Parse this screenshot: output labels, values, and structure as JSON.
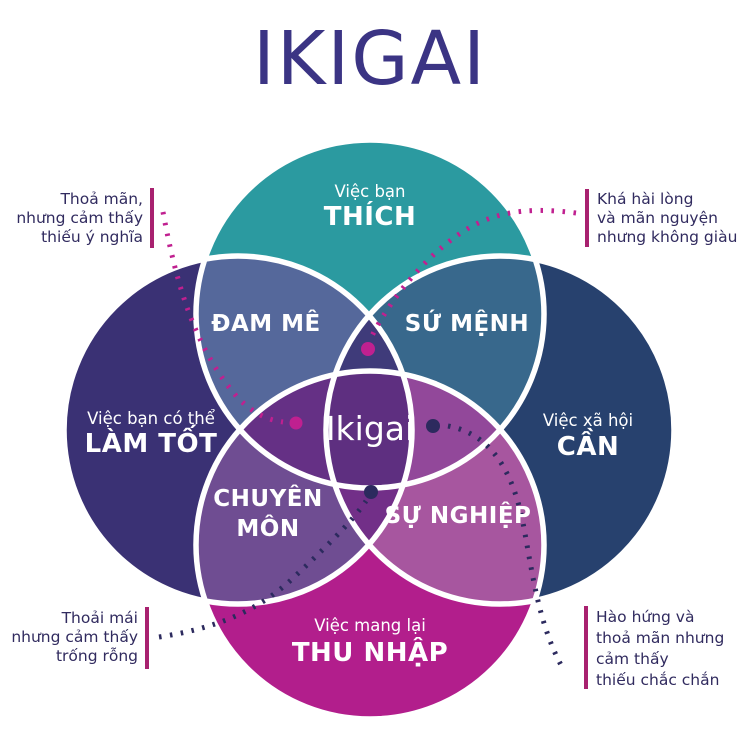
{
  "title": "IKIGAI",
  "colors": {
    "title_text": "#3b3484",
    "annotation_text": "#312b5f",
    "annotation_bar": "#a8216f",
    "curve_magenta": "#c02090",
    "curve_navy": "#2c2a5e",
    "circle_top": "#2b9aa0",
    "circle_left": "#3a3174",
    "circle_right": "#27416e",
    "circle_bottom": "#b21e8c",
    "region_passion": "#55689b",
    "region_mission": "#38688c",
    "region_profession": "#6f4d92",
    "region_vocation": "#a7569f",
    "region_top_center": "#3f3b7a",
    "region_left_center": "#653085",
    "region_right_center": "#92489a",
    "region_bottom_center": "#722f88",
    "region_ikigai": "#5e2f80"
  },
  "circles": {
    "top": {
      "line1": "Việc bạn",
      "line2": "THÍCH"
    },
    "left": {
      "line1": "Việc bạn có thể",
      "line2": "LÀM TỐT"
    },
    "right": {
      "line1": "Việc xã hội",
      "line2": "CẦN"
    },
    "bottom": {
      "line1": "Việc mang lại",
      "line2": "THU NHẬP"
    }
  },
  "intersections": {
    "passion": "ĐAM MÊ",
    "mission": "SỨ MỆNH",
    "profession_line1": "CHUYÊN",
    "profession_line2": "MÔN",
    "vocation": "SỰ NGHIỆP",
    "center": "Ikigai"
  },
  "annotations": {
    "top_left": {
      "line1": "Thoả mãn,",
      "line2": "nhưng cảm thấy",
      "line3": "thiếu ý nghĩa"
    },
    "top_right": {
      "line1": "Khá hài lòng",
      "line2": "và mãn nguyện",
      "line3": "nhưng không giàu"
    },
    "bottom_left": {
      "line1": "Thoải mái",
      "line2": "nhưng cảm thấy",
      "line3": "trống rỗng"
    },
    "bottom_right": {
      "line1": "Hào hứng và",
      "line2": "thoả mãn nhưng",
      "line3": "cảm thấy",
      "line4": "thiếu chắc chắn"
    }
  }
}
